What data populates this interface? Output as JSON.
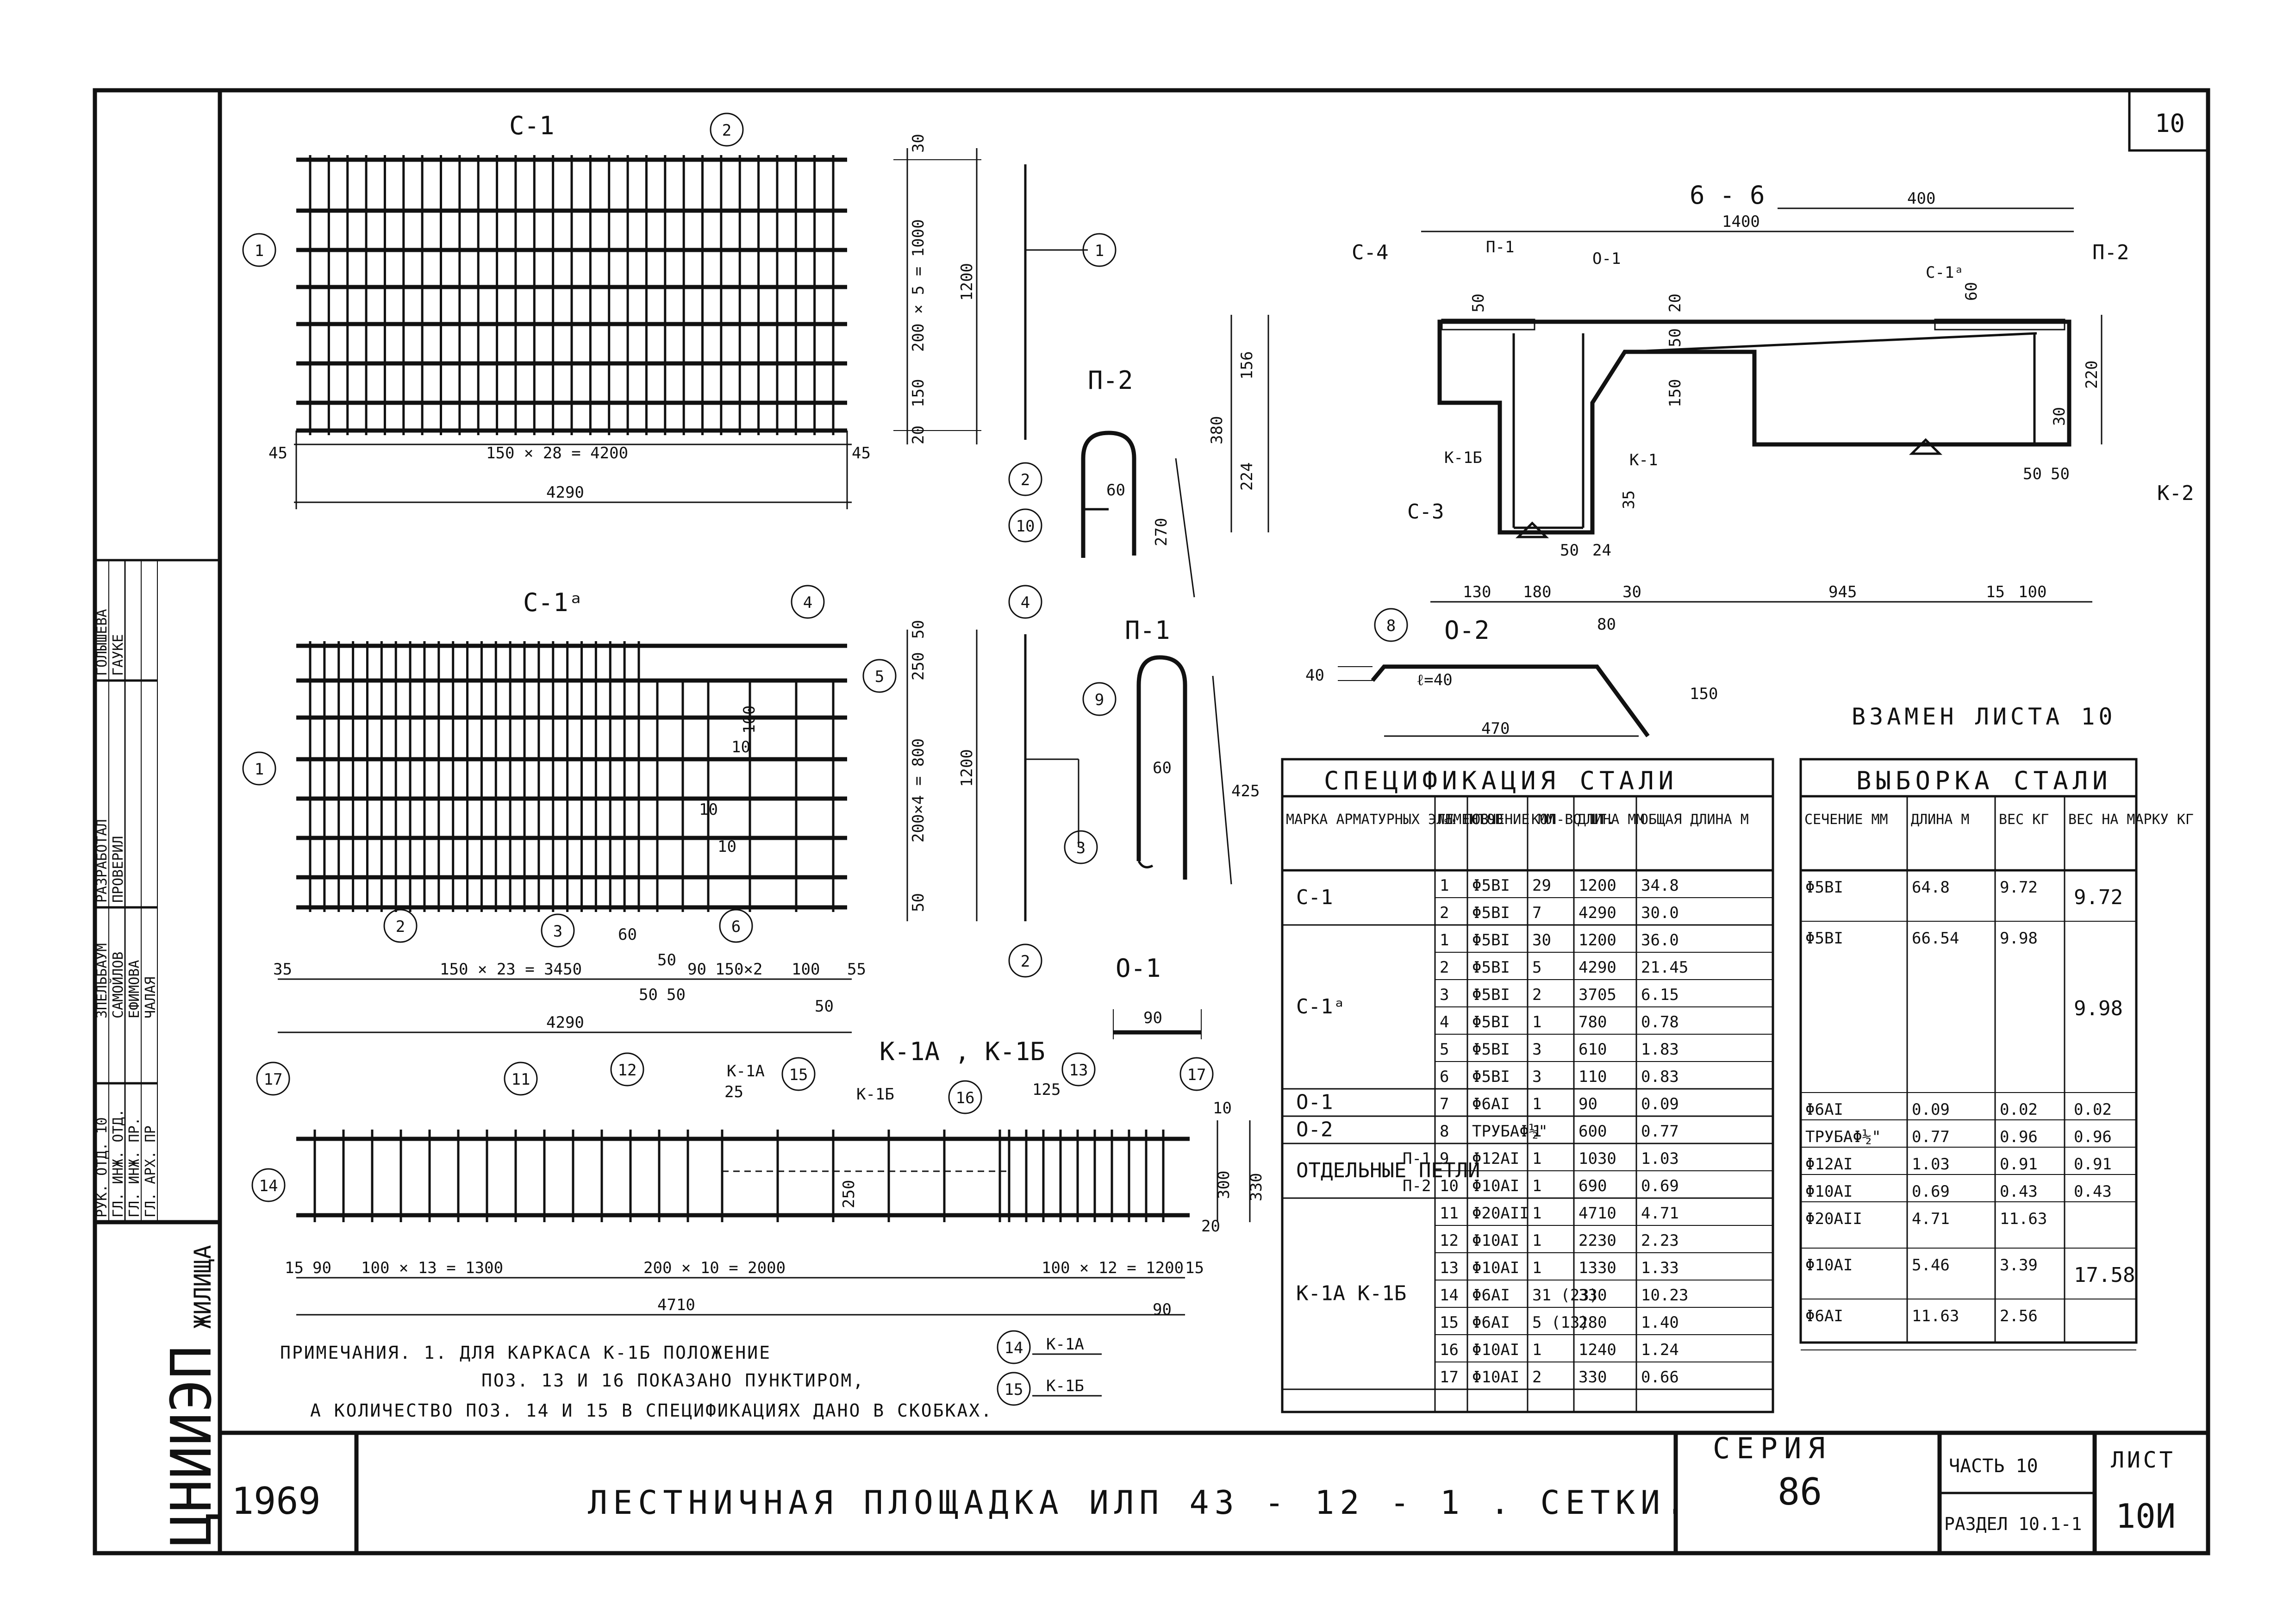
{
  "sheet": {
    "corner_number": "10",
    "year": "1969",
    "title": "ЛЕСТНИЧНАЯ  ПЛОЩАДКА  ИЛП 43 - 12 - 1 . СЕТКИ.",
    "series_label": "СЕРИЯ",
    "series_value": "86",
    "part": "ЧАСТЬ 10",
    "section": "РАЗДЕЛ 10.1-1",
    "sheet_label": "ЛИСТ",
    "sheet_value": "10И",
    "replaces": "ВЗАМЕН ЛИСТА 10"
  },
  "stamp": {
    "org": "ЦНИИЭП",
    "org_suffix": "ЖИЛИЩА",
    "roles": [
      "РУК. ОТД. 10",
      "ГЛ. ИНЖ. ОТД.",
      "ГЛ. ИНЖ. ПР.",
      "ГЛ. АРХ. ПР"
    ],
    "names": [
      "ЗПЕЛЬБАУМ",
      "САМОЙЛОВ",
      "ЕФИМОВА",
      "ЧАЛАЯ"
    ],
    "roles2": [
      "РАЗРАБОТАЛ",
      "ПРОВЕРИЛ"
    ],
    "names2": [
      "ГОЛЫШЕВА",
      "ГАУКЕ"
    ]
  },
  "drawings": {
    "c1": {
      "title": "С-1",
      "dim_span": "150 × 28 = 4200",
      "dim_total": "4290",
      "dim_left": "45",
      "dim_right": "45",
      "dim_v1": "200 × 5 = 1000",
      "dim_v_total": "1200",
      "dim_top": "30",
      "dim_bottom": "150",
      "dim_b20": "20"
    },
    "c1a": {
      "title": "С-1ᵃ",
      "dim_span": "150 × 23 = 3450",
      "dim_total": "4290",
      "dim_left": "35",
      "dim_90": "90",
      "dim_150x2": "150×2",
      "dim_100": "100",
      "dim_55": "55",
      "dim_60": "60",
      "dim_50a": "50",
      "dim_50b": "50",
      "dim_50c": "50",
      "dim_50d": "50",
      "dim_v1": "200×4 = 800",
      "dim_v_total": "1200",
      "dim_250": "250",
      "dim_50top": "50",
      "dim_50bot": "50",
      "dim_10": "10",
      "dim_100v": "100",
      "dim_10b": "10",
      "dim_10c": "10"
    },
    "kframe": {
      "title": "К-1А , К-1Б",
      "k1a": "К-1А",
      "k1b": "К-1Б",
      "dim_25": "25",
      "dim_125": "125",
      "dim_15a": "15",
      "dim_90a": "90",
      "dim_seg1": "100 × 13 = 1300",
      "dim_seg2": "200 × 10 = 2000",
      "dim_seg3": "100 × 12 = 1200",
      "dim_15b": "15",
      "dim_total": "4710",
      "dim_90b": "90",
      "dim_10": "10",
      "dim_300": "300",
      "dim_330": "330",
      "dim_20": "20",
      "dim_250": "250"
    },
    "p2": {
      "title": "П-2",
      "dim_60": "60",
      "dim_270": "270"
    },
    "p1": {
      "title": "П-1",
      "dim_60": "60",
      "dim_425": "425"
    },
    "o1": {
      "title": "О-1",
      "dim_90": "90"
    },
    "o2": {
      "title": "О-2",
      "dim_80": "80",
      "dim_40": "40",
      "dim_l": "ℓ=40",
      "dim_470": "470",
      "dim_150": "150"
    },
    "section": {
      "title": "6 - 6",
      "dim_1400": "1400",
      "dim_400": "400",
      "c4": "С-4",
      "p1": "П-1",
      "o1": "О-1",
      "c1a": "С-1ᵃ",
      "p2": "П-2",
      "k1b": "К-1Б",
      "k1": "К-1",
      "c3": "С-3",
      "k2": "К-2",
      "dim_156": "156",
      "dim_380": "380",
      "dim_224": "224",
      "dim_50": "50",
      "dim_20": "20",
      "dim_50b": "50",
      "dim_150v": "150",
      "dim_60": "60",
      "dim_220": "220",
      "dim_30v": "30",
      "dim_35": "35",
      "dim_5050a": "50",
      "dim_5050b": "50",
      "dim_130": "130",
      "dim_180": "180",
      "dim_50c": "50",
      "dim_24": "24",
      "dim_30": "30",
      "dim_945": "945",
      "dim_15": "15",
      "dim_100": "100"
    }
  },
  "callouts": [
    "1",
    "2",
    "3",
    "4",
    "5",
    "6",
    "8",
    "9",
    "10",
    "11",
    "12",
    "13",
    "14",
    "15",
    "16",
    "17"
  ],
  "notes": {
    "line1": "ПРИМЕЧАНИЯ. 1. ДЛЯ КАРКАСА К-1Б ПОЛОЖЕНИЕ",
    "line2": "ПОЗ. 13 И 16 ПОКАЗАНО ПУНКТИРОМ,",
    "line3": "А КОЛИЧЕСТВО ПОЗ. 14 И 15 В СПЕЦИФИКАЦИЯХ ДАНО В СКОБКАХ.",
    "legend_k1a": "К-1А",
    "legend_k1b": "К-1Б"
  },
  "spec": {
    "title": "СПЕЦИФИКАЦИЯ   СТАЛИ",
    "headers": [
      "МАРКА АРМАТУРНЫХ ЭЛЕМЕНТОВ",
      "№№ ПОЗ.",
      "СЕЧЕНИЕ ММ",
      "КОЛ-ВО ШТ.",
      "ДЛИНА ММ",
      "ОБЩАЯ ДЛИНА М"
    ],
    "groups": [
      {
        "mark": "С-1",
        "rows": [
          [
            "1",
            "Φ5ВI",
            "29",
            "1200",
            "34.8"
          ],
          [
            "2",
            "Φ5ВI",
            "7",
            "4290",
            "30.0"
          ]
        ]
      },
      {
        "mark": "С-1ᵃ",
        "rows": [
          [
            "1",
            "Φ5ВI",
            "30",
            "1200",
            "36.0"
          ],
          [
            "2",
            "Φ5ВI",
            "5",
            "4290",
            "21.45"
          ],
          [
            "3",
            "Φ5ВI",
            "2",
            "3705",
            "6.15"
          ],
          [
            "4",
            "Φ5ВI",
            "1",
            "780",
            "0.78"
          ],
          [
            "5",
            "Φ5ВI",
            "3",
            "610",
            "1.83"
          ],
          [
            "6",
            "Φ5ВI",
            "3",
            "110",
            "0.83"
          ]
        ]
      },
      {
        "mark": "О-1",
        "rows": [
          [
            "7",
            "Φ6АI",
            "1",
            "90",
            "0.09"
          ]
        ]
      },
      {
        "mark": "О-2",
        "rows": [
          [
            "8",
            "ТРУБАΦ½\"",
            "1",
            "600",
            "0.77"
          ]
        ]
      },
      {
        "mark": "ОТДЕЛЬНЫЕ ПЕТЛИ",
        "sub": [
          "П-1",
          "П-2"
        ],
        "rows": [
          [
            "9",
            "Φ12АI",
            "1",
            "1030",
            "1.03"
          ],
          [
            "10",
            "Φ10АI",
            "1",
            "690",
            "0.69"
          ]
        ]
      },
      {
        "mark": "К-1А К-1Б",
        "rows": [
          [
            "11",
            "Φ20АII",
            "1",
            "4710",
            "4.71"
          ],
          [
            "12",
            "Φ10АI",
            "1",
            "2230",
            "2.23"
          ],
          [
            "13",
            "Φ10АI",
            "1",
            "1330",
            "1.33"
          ],
          [
            "14",
            "Φ6АI",
            "31 (23)",
            "330",
            "10.23"
          ],
          [
            "15",
            "Φ6АI",
            "5 (13)",
            "280",
            "1.40"
          ],
          [
            "16",
            "Φ10АI",
            "1",
            "1240",
            "1.24"
          ],
          [
            "17",
            "Φ10АI",
            "2",
            "330",
            "0.66"
          ]
        ]
      }
    ]
  },
  "selection": {
    "title": "ВЫБОРКА  СТАЛИ",
    "headers": [
      "СЕЧЕНИЕ ММ",
      "ДЛИНА М",
      "ВЕС КГ",
      "ВЕС НА МАРКУ КГ"
    ],
    "rows": [
      {
        "sec": "Φ5ВI",
        "len": "64.8",
        "w": "9.72",
        "total": "9.72"
      },
      {
        "sec": "Φ5ВI",
        "len": "66.54",
        "w": "9.98",
        "total": "9.98"
      },
      {
        "sec": "Φ6АI",
        "len": "0.09",
        "w": "0.02",
        "total": "0.02"
      },
      {
        "sec": "ТРУБАΦ½\"",
        "len": "0.77",
        "w": "0.96",
        "total": "0.96"
      },
      {
        "sec": "Φ12АI",
        "len": "1.03",
        "w": "0.91",
        "total": "0.91"
      },
      {
        "sec": "Φ10АI",
        "len": "0.69",
        "w": "0.43",
        "total": "0.43"
      },
      {
        "sec": "Φ20АII",
        "len": "4.71",
        "w": "11.63",
        "total": ""
      },
      {
        "sec": "Φ10АI",
        "len": "5.46",
        "w": "3.39",
        "total": "17.58"
      },
      {
        "sec": "Φ6АI",
        "len": "11.63",
        "w": "2.56",
        "total": ""
      }
    ]
  }
}
